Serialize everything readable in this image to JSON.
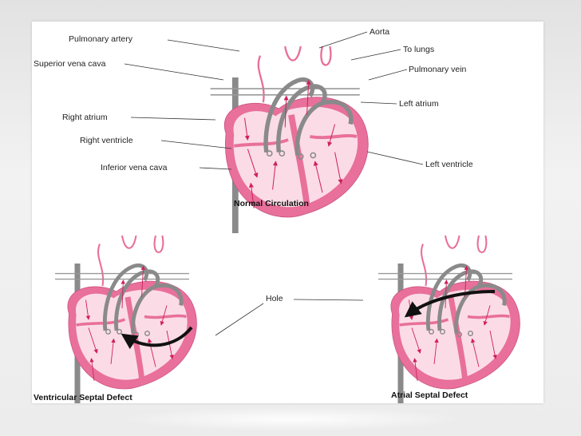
{
  "colors": {
    "heart_wall": "#e8709a",
    "heart_inner": "#fbdce6",
    "vessel": "#8a8a8a",
    "arrow": "#d0205a",
    "defect_arrow": "#111111"
  },
  "top_diagram": {
    "caption": "Normal Circulation",
    "labels": {
      "pulmonary_artery": "Pulmonary artery",
      "superior_vena_cava": "Superior vena cava",
      "right_atrium": "Right atrium",
      "right_ventricle": "Right ventricle",
      "inferior_vena_cava": "Inferior vena cava",
      "aorta": "Aorta",
      "to_lungs": "To lungs",
      "pulmonary_vein": "Pulmonary vein",
      "left_atrium": "Left atrium",
      "left_ventricle": "Left ventricle"
    }
  },
  "bottom_left": {
    "caption": "Ventricular Septal Defect"
  },
  "bottom_right": {
    "caption": "Atrial Septal Defect"
  },
  "shared_label": {
    "hole": "Hole"
  }
}
